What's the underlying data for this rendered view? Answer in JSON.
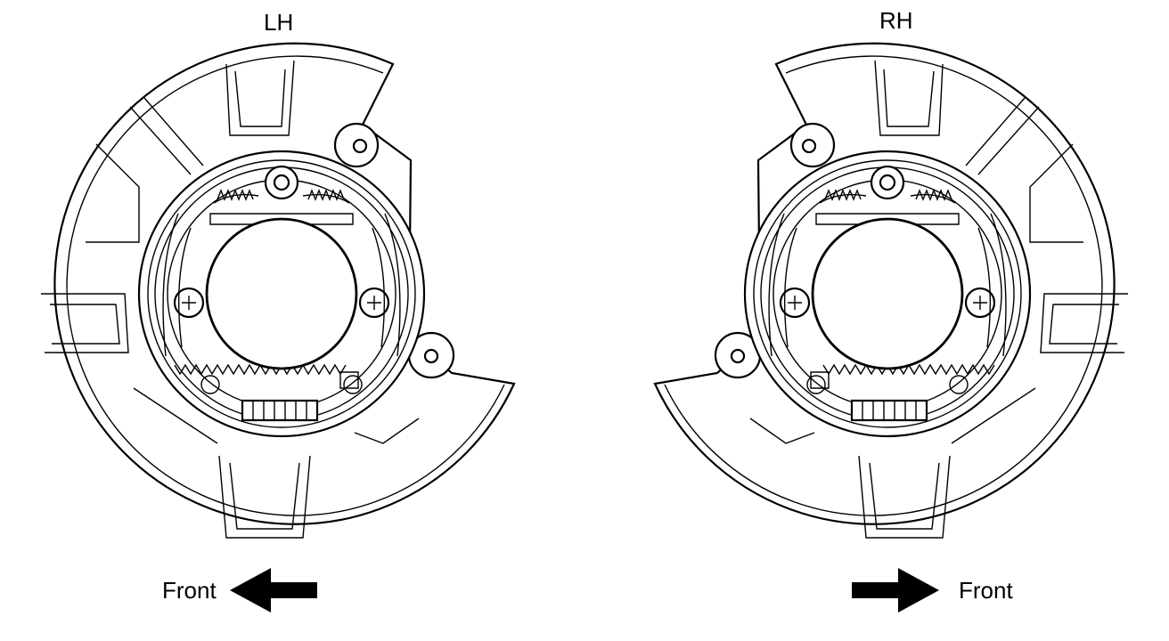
{
  "labels": {
    "lh_title": "LH",
    "rh_title": "RH",
    "lh_front": "Front",
    "rh_front": "Front"
  },
  "icons": {
    "lh_arrow": "arrow-left-icon",
    "rh_arrow": "arrow-right-icon"
  },
  "colors": {
    "line": "#000000",
    "background": "#ffffff"
  }
}
